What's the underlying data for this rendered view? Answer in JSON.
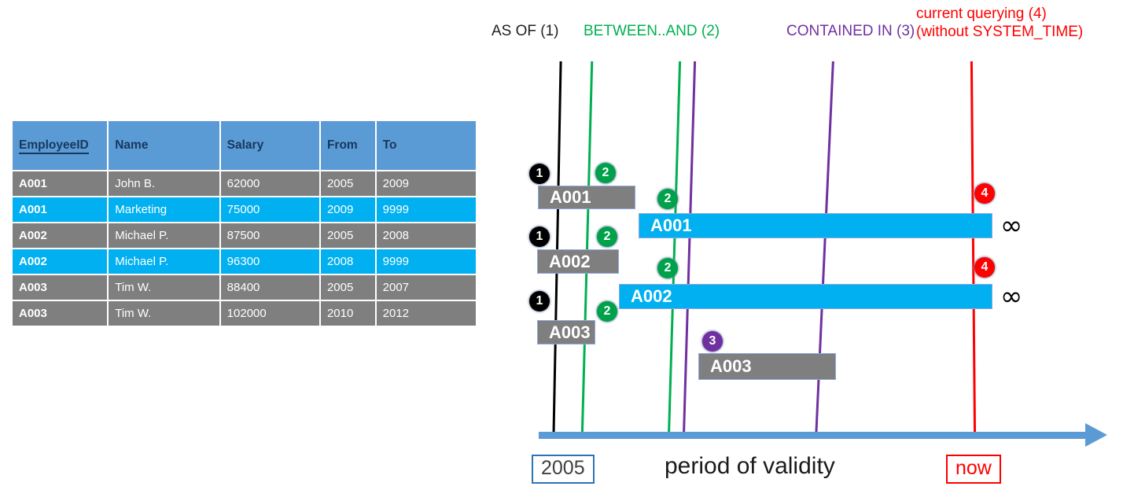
{
  "table": {
    "columns": [
      "EmployeeID",
      "Name",
      "Salary",
      "From",
      "To"
    ],
    "rows": [
      {
        "id": "A001",
        "name": "John  B.",
        "salary": "62000",
        "from": "2005",
        "to": "2009",
        "style": "gray"
      },
      {
        "id": "A001",
        "name": "Marketing",
        "salary": "75000",
        "from": "2009",
        "to": "9999",
        "style": "cyan"
      },
      {
        "id": "A002",
        "name": "Michael P.",
        "salary": "87500",
        "from": "2005",
        "to": "2008",
        "style": "gray"
      },
      {
        "id": "A002",
        "name": "Michael P.",
        "salary": "96300",
        "from": "2008",
        "to": "9999",
        "style": "cyan"
      },
      {
        "id": "A003",
        "name": "Tim W.",
        "salary": "88400",
        "from": "2005",
        "to": "2007",
        "style": "gray"
      },
      {
        "id": "A003",
        "name": "Tim W.",
        "salary": "102000",
        "from": "2010",
        "to": "2012",
        "style": "gray"
      }
    ],
    "header_bg": "#5B9BD5",
    "header_fg": "#17375E",
    "gray_row_bg": "#7F7F7F",
    "cyan_row_bg": "#00B0F0"
  },
  "legend": {
    "as_of": "AS OF (1)",
    "between": "BETWEEN..AND (2)",
    "contained": "CONTAINED IN (3)",
    "current_line1": "current querying (4)",
    "current_line2": "(without SYSTEM_TIME)",
    "colors": {
      "as_of": "#231F20",
      "between": "#00B050",
      "contained": "#7030A0",
      "current": "#FF0000"
    }
  },
  "timeline": {
    "bars": [
      {
        "label": "A001",
        "style": "gray"
      },
      {
        "label": "A001",
        "style": "cyan"
      },
      {
        "label": "A002",
        "style": "gray"
      },
      {
        "label": "A002",
        "style": "cyan"
      },
      {
        "label": "A003",
        "style": "gray"
      },
      {
        "label": "A003",
        "style": "gray"
      }
    ],
    "badges": [
      "1",
      "2",
      "2",
      "4",
      "1",
      "2",
      "2",
      "4",
      "1",
      "2",
      "3"
    ],
    "badge_colors": {
      "1": "#000000",
      "2": "#00A14B",
      "3": "#7030A0",
      "4": "#FF0000"
    },
    "infinity": "∞",
    "axis_start_label": "2005",
    "axis_end_label": "now",
    "axis_title": "period of validity",
    "axis_color": "#5B9BD5"
  }
}
